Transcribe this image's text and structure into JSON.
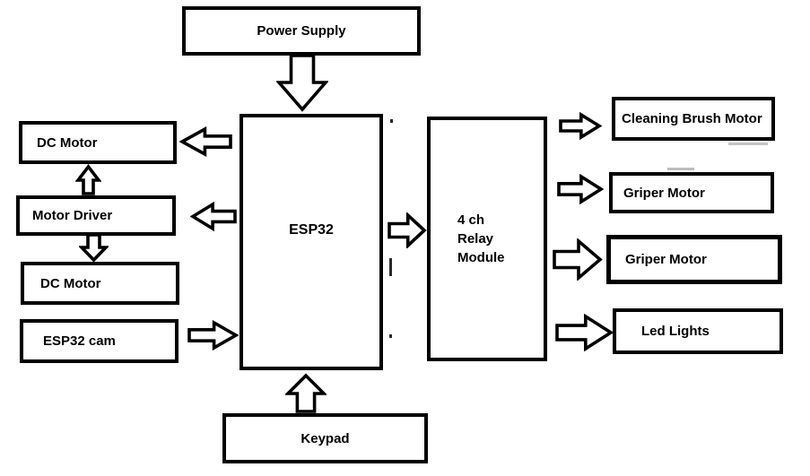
{
  "diagram": {
    "type": "block-diagram",
    "blocks": {
      "power_supply": {
        "label": "Power Supply"
      },
      "dc_motor_top": {
        "label": "DC Motor"
      },
      "motor_driver": {
        "label": "Motor Driver"
      },
      "dc_motor_bottom": {
        "label": "DC Motor"
      },
      "esp32_cam": {
        "label": "ESP32 cam"
      },
      "esp32": {
        "label": "ESP32"
      },
      "relay_module": {
        "lines": [
          "4 ch",
          "Relay",
          "Module"
        ]
      },
      "cleaning_brush_motor": {
        "label": "Cleaning Brush Motor"
      },
      "griper_motor_top": {
        "label": "Griper Motor"
      },
      "griper_motor_bottom": {
        "label": "Griper Motor"
      },
      "led_lights": {
        "label": "Led Lights"
      },
      "keypad": {
        "label": "Keypad"
      }
    },
    "connections": [
      {
        "from": "Power Supply",
        "to": "ESP32"
      },
      {
        "from": "ESP32",
        "to": "DC Motor (top)"
      },
      {
        "from": "Motor Driver",
        "to": "DC Motor (top)"
      },
      {
        "from": "ESP32",
        "to": "Motor Driver"
      },
      {
        "from": "Motor Driver",
        "to": "DC Motor (bottom)"
      },
      {
        "from": "ESP32 cam",
        "to": "ESP32"
      },
      {
        "from": "ESP32",
        "to": "4 ch Relay Module"
      },
      {
        "from": "4 ch Relay Module",
        "to": "Cleaning Brush Motor"
      },
      {
        "from": "4 ch Relay Module",
        "to": "Griper Motor (top)"
      },
      {
        "from": "4 ch Relay Module",
        "to": "Griper Motor (bottom)"
      },
      {
        "from": "4 ch Relay Module",
        "to": "Led Lights"
      },
      {
        "from": "Keypad",
        "to": "ESP32"
      }
    ],
    "colors": {
      "line": "#000000",
      "fill": "#ffffff",
      "text": "#000000"
    }
  }
}
